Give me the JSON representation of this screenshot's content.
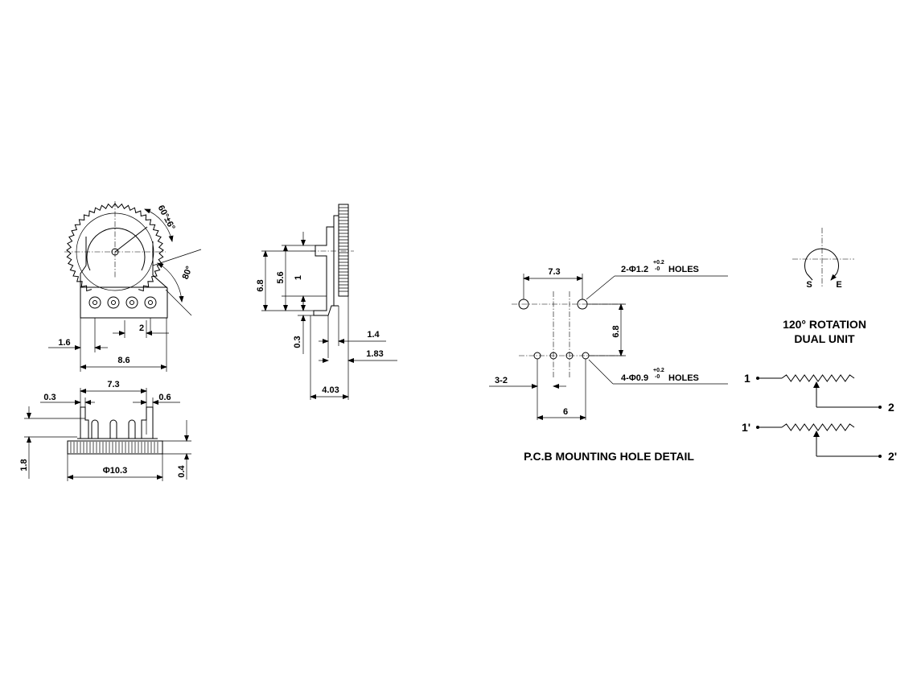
{
  "front_view": {
    "angle_top": "60°±6°",
    "angle_side": "80°",
    "dim_pitch": "2",
    "dim_offset": "1.6",
    "dim_width": "8.6"
  },
  "bottom_view": {
    "dim_left": "0.3",
    "dim_span": "7.3",
    "dim_right": "0.6",
    "dim_height": "1.8",
    "dim_diameter": "Φ10.3",
    "dim_thickness": "0.4"
  },
  "side_view": {
    "dim_total": "6.8",
    "dim_shaft": "5.6",
    "dim_one": "1",
    "dim_base": "0.3",
    "dim_lead": "1.4",
    "dim_lead_total": "1.83",
    "dim_depth": "4.03"
  },
  "pcb": {
    "dim_span_top": "7.3",
    "holes_top_qty": "2-Φ1.2",
    "holes_top_tol_plus": "+0.2",
    "holes_top_tol_minus": "-0",
    "holes_word": "HOLES",
    "dim_vertical": "6.8",
    "holes_bottom_qty": "4-Φ0.9",
    "holes_bottom_tol_plus": "+0.2",
    "holes_bottom_tol_minus": "-0",
    "dim_pitch": "3-2",
    "dim_span_bottom": "6",
    "title": "P.C.B MOUNTING HOLE DETAIL"
  },
  "schematic": {
    "start_label": "S",
    "end_label": "E",
    "title_line1": "120° ROTATION",
    "title_line2": "DUAL UNIT",
    "pin1": "1",
    "pin2": "2",
    "pin1p": "1'",
    "pin2p": "2'"
  }
}
